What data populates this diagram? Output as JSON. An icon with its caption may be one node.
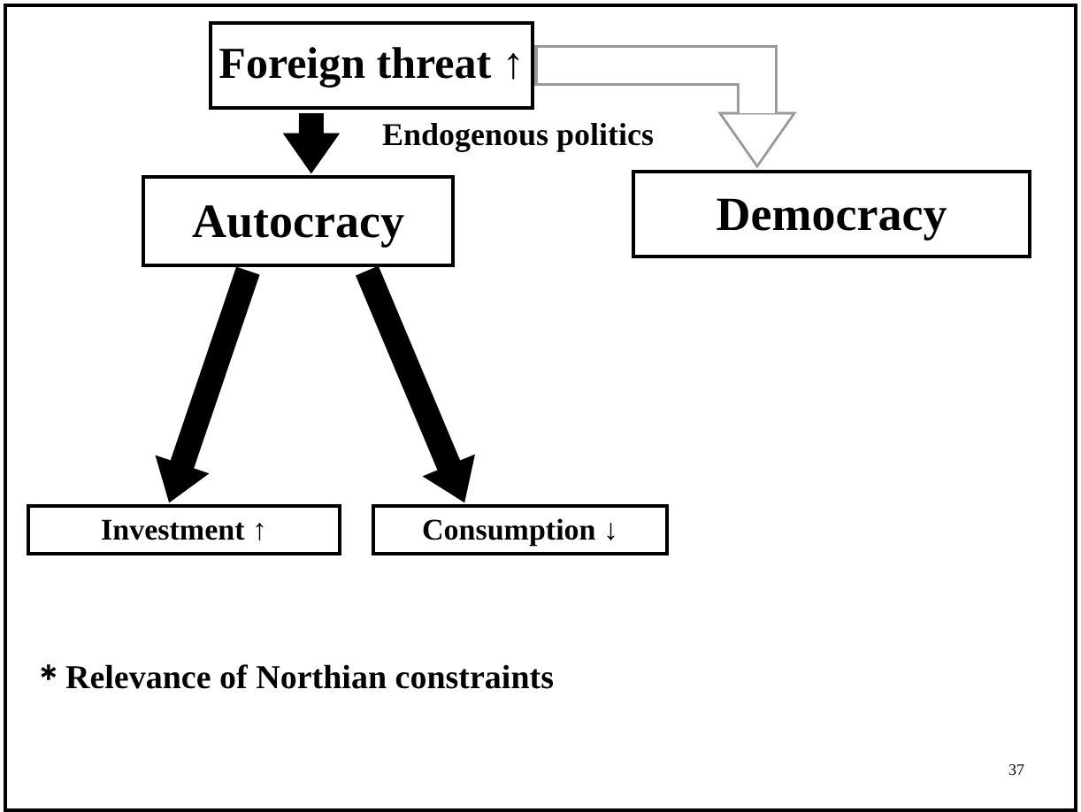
{
  "diagram": {
    "nodes": [
      {
        "text": [
          "Foreign threat ↑"
        ]
      },
      {
        "text": [
          "Autocracy"
        ]
      },
      {
        "text": [
          "Democracy"
        ]
      },
      {
        "text": [
          "Investment ↑"
        ]
      },
      {
        "text": [
          "Consumption ↓"
        ]
      }
    ],
    "edges": [
      {
        "from": 0,
        "to": 1,
        "arrow": "to",
        "label": "Endogenous politics"
      },
      {
        "from": 0,
        "to": 2,
        "arrow": "to",
        "color": "#999999"
      },
      {
        "from": 1,
        "to": 3,
        "arrow": "to"
      },
      {
        "from": 1,
        "to": 4,
        "arrow": "to"
      }
    ],
    "labels": [
      "＊Relevance of Northian constraints",
      "37"
    ]
  }
}
